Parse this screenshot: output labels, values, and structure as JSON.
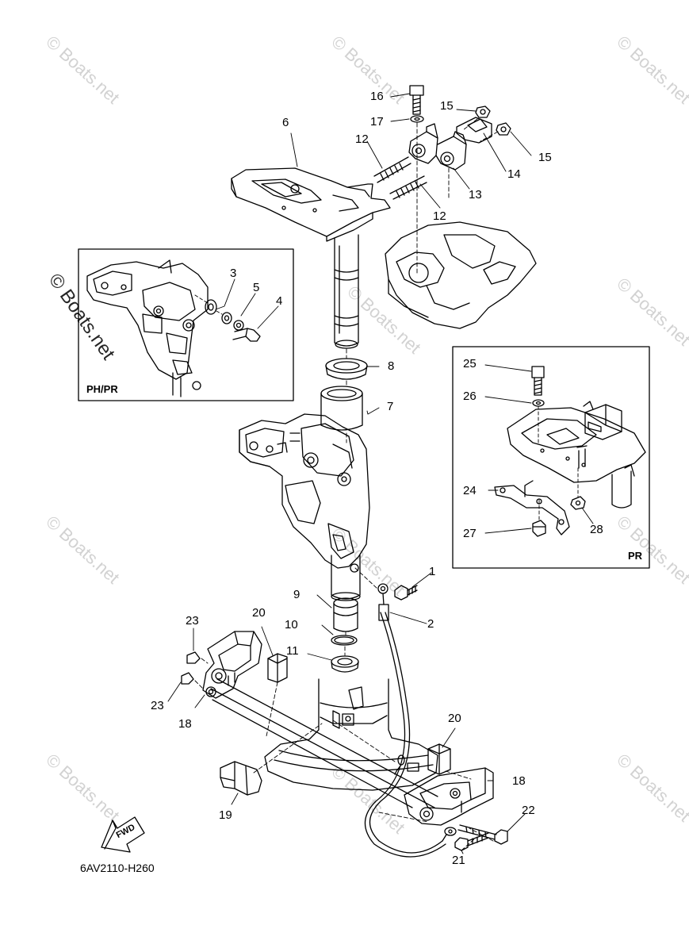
{
  "watermark": "© Boats.net",
  "diagram_code": "6AV2110-H260",
  "insets": {
    "left": "PH/PR",
    "right": "PR"
  },
  "fwd_label": "FWD",
  "callouts": {
    "c1": "1",
    "c2": "2",
    "c3": "3",
    "c4": "4",
    "c5": "5",
    "c6": "6",
    "c7": "7",
    "c8": "8",
    "c9": "9",
    "c10": "10",
    "c11": "11",
    "c12a": "12",
    "c12b": "12",
    "c13": "13",
    "c14": "14",
    "c15a": "15",
    "c15b": "15",
    "c16": "16",
    "c17": "17",
    "c18a": "18",
    "c18b": "18",
    "c19": "19",
    "c20a": "20",
    "c20b": "20",
    "c21": "21",
    "c22": "22",
    "c23a": "23",
    "c23b": "23",
    "c24": "24",
    "c25": "25",
    "c26": "26",
    "c27": "27",
    "c28": "28"
  },
  "colors": {
    "line": "#000000",
    "watermark": "#d2d2d2",
    "background": "#ffffff"
  }
}
